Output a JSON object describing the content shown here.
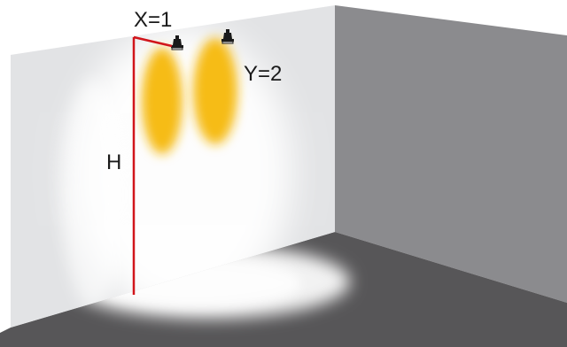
{
  "labels": {
    "x_spacing": "X=1",
    "y_spacing": "Y=2",
    "height": "H"
  },
  "colors": {
    "dimension_line": "#d1151b",
    "light_spot": "#f6bc14",
    "left_wall": "#e2e3e5",
    "right_wall": "#8b8b8e",
    "floor": "#575658",
    "fixture": "#1a1a1a"
  },
  "icons": {
    "fixture": "wall-light-fixture-icon"
  }
}
